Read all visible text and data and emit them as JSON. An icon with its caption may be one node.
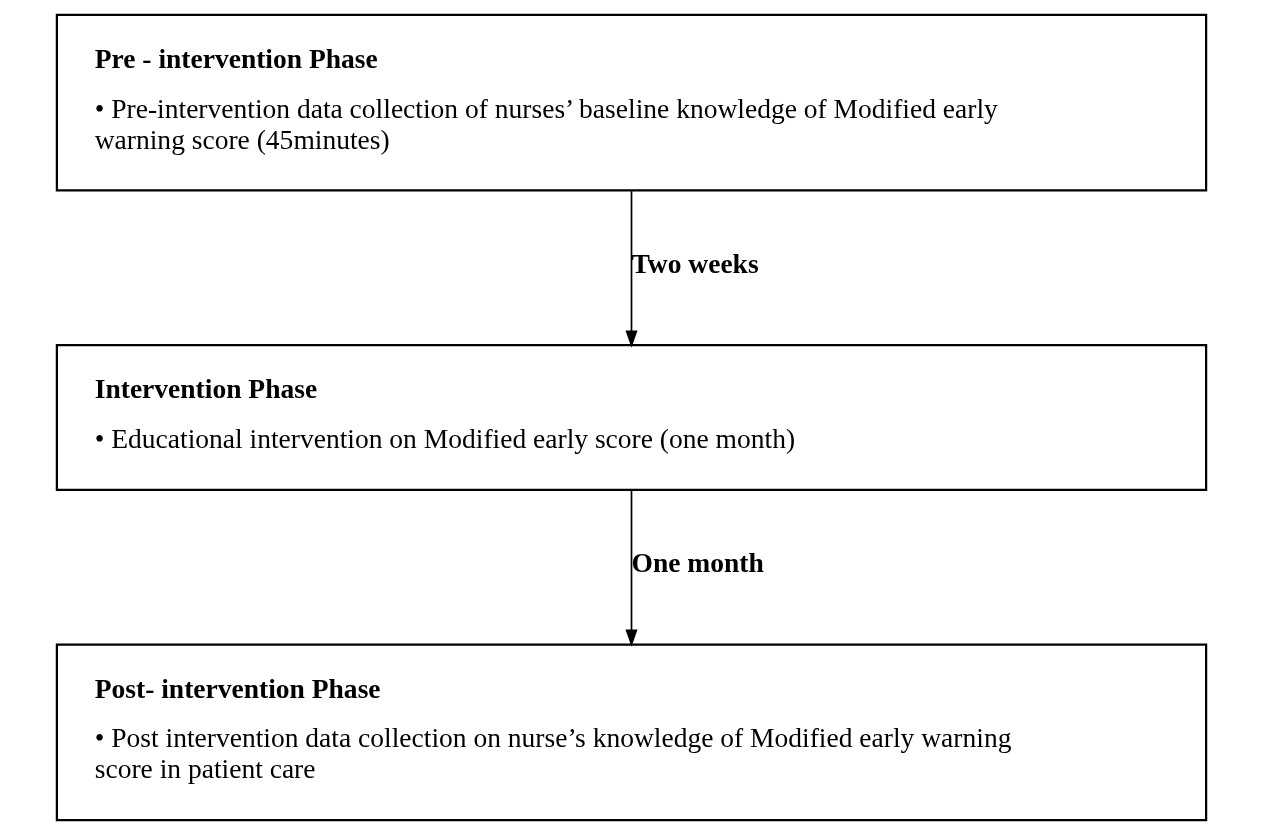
{
  "diagram": {
    "nodes": [
      {
        "text": [
          "Pre - intervention Phase",
          "• Pre-intervention data collection of nurses’ baseline knowledge of Modified early warning score (45minutes)"
        ]
      },
      {
        "text": [
          "Intervention Phase",
          "• Educational intervention on Modified early score (one month)"
        ]
      },
      {
        "text": [
          "Post- intervention Phase",
          "• Post intervention data collection on nurse’s knowledge of Modified early warning score in patient care"
        ]
      }
    ],
    "edges": [
      {
        "from": 0,
        "to": 1,
        "arrow": "to",
        "label": "Two weeks"
      },
      {
        "from": 1,
        "to": 2,
        "arrow": "to",
        "label": "One month"
      }
    ]
  }
}
